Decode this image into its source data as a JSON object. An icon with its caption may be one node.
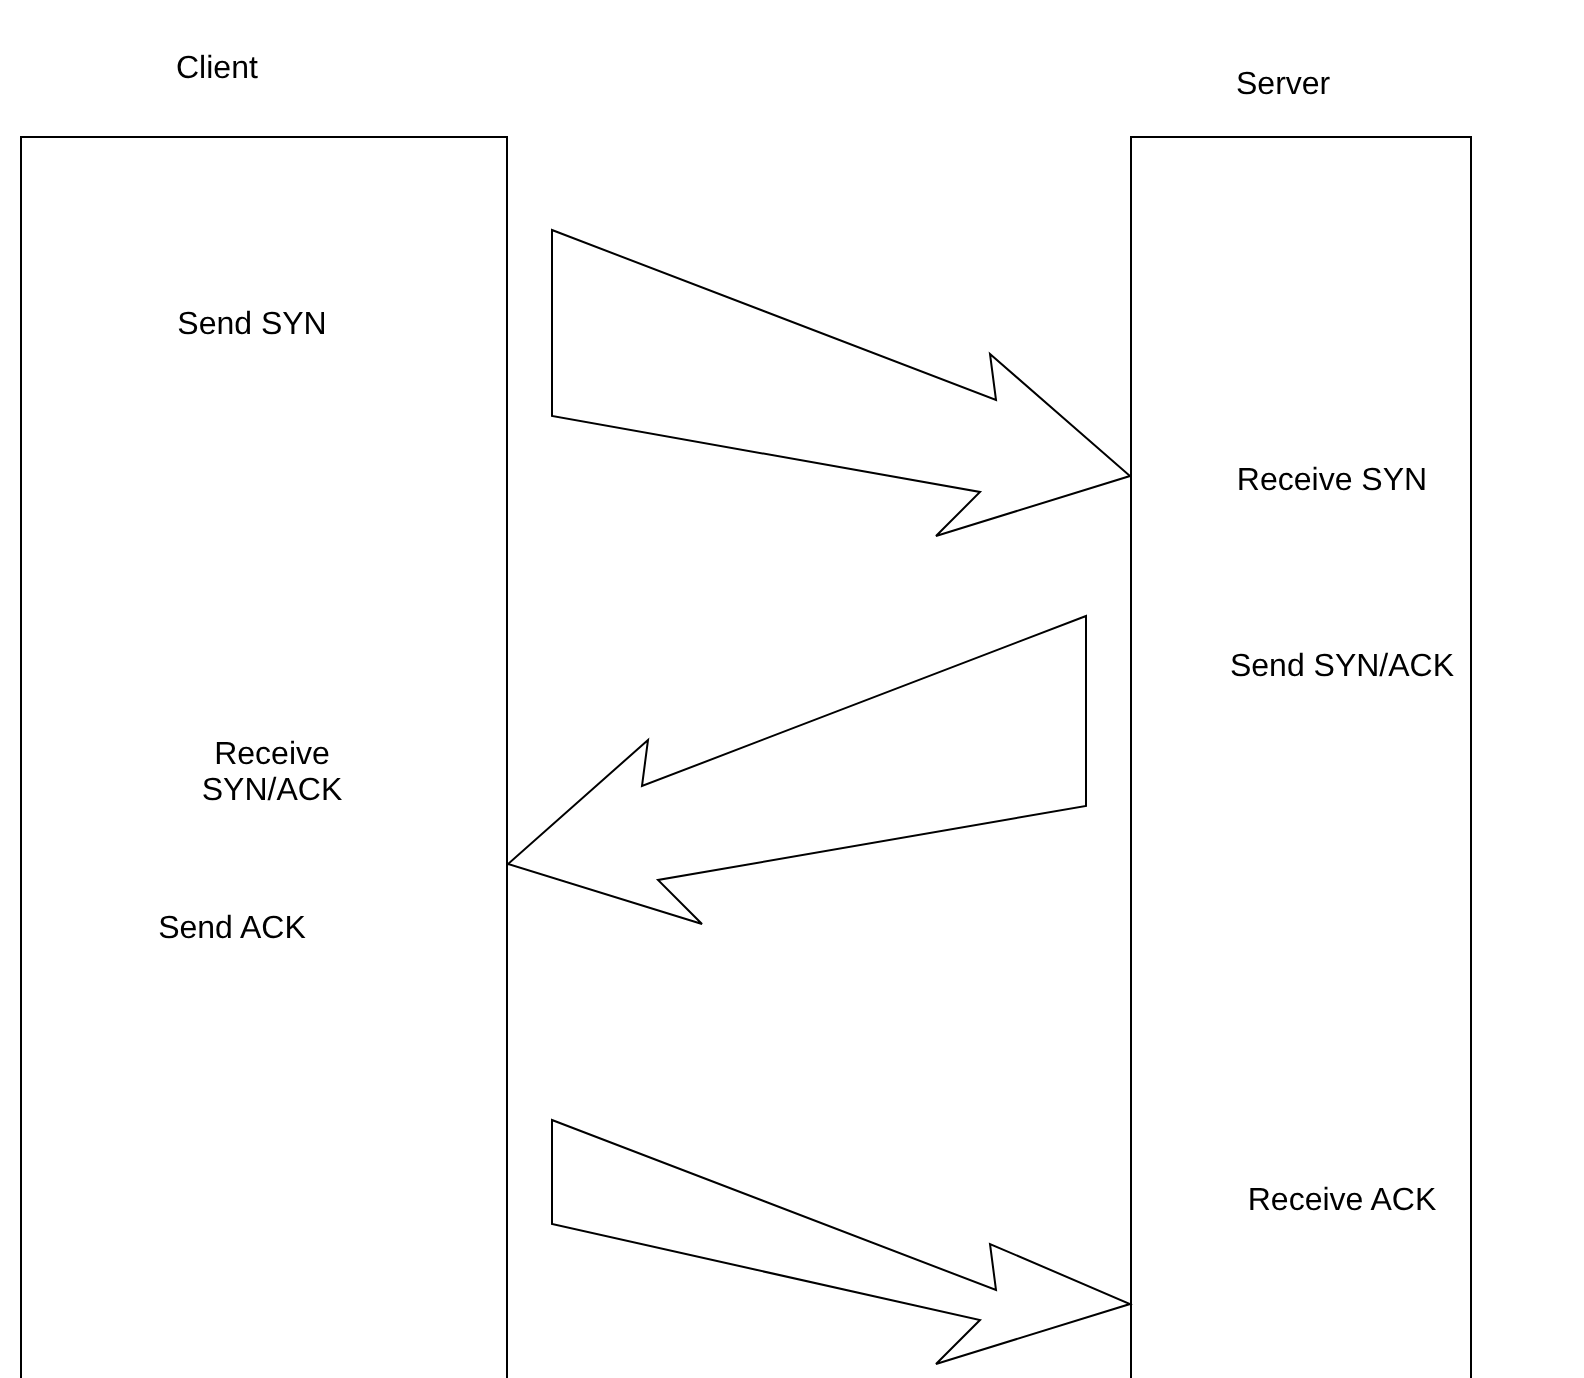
{
  "diagram": {
    "nodes": [
      {
        "text": [
          "Client"
        ]
      },
      {
        "text": [
          "Server"
        ]
      }
    ],
    "edges": [
      {
        "from": 0,
        "to": 1,
        "arrow": "to"
      },
      {
        "from": 1,
        "to": 0,
        "arrow": "to"
      },
      {
        "from": 0,
        "to": 1,
        "arrow": "to"
      }
    ],
    "labels": [
      "Send SYN",
      "Receive SYN",
      "Send SYN/ACK",
      "Receive SYN/ACK",
      "Send ACK",
      "Receive ACK"
    ]
  }
}
